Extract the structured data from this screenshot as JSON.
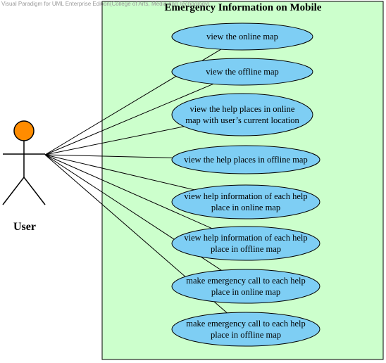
{
  "watermark": "Visual Paradigm for UML Enterprise Edition(College of Arts, Media and Technology)",
  "system": {
    "title": "Emergency Information on Mobile"
  },
  "actor": {
    "name": "User"
  },
  "use_cases": [
    {
      "label": "view the online map"
    },
    {
      "label": "view the offline map"
    },
    {
      "label": "view the help places in online\nmap with user’s current location"
    },
    {
      "label": "view the help places in offline map"
    },
    {
      "label": "view help information of each help\nplace in online map"
    },
    {
      "label": "view help information of each help\nplace in offline map"
    },
    {
      "label": "make emergency call to each help\nplace in online map"
    },
    {
      "label": "make emergency call to each help\nplace in offline map"
    }
  ],
  "colors": {
    "system_fill": "#ccffcc",
    "use_case_fill": "#7ecef4",
    "actor_head": "#ff8c00",
    "line": "#000000"
  }
}
